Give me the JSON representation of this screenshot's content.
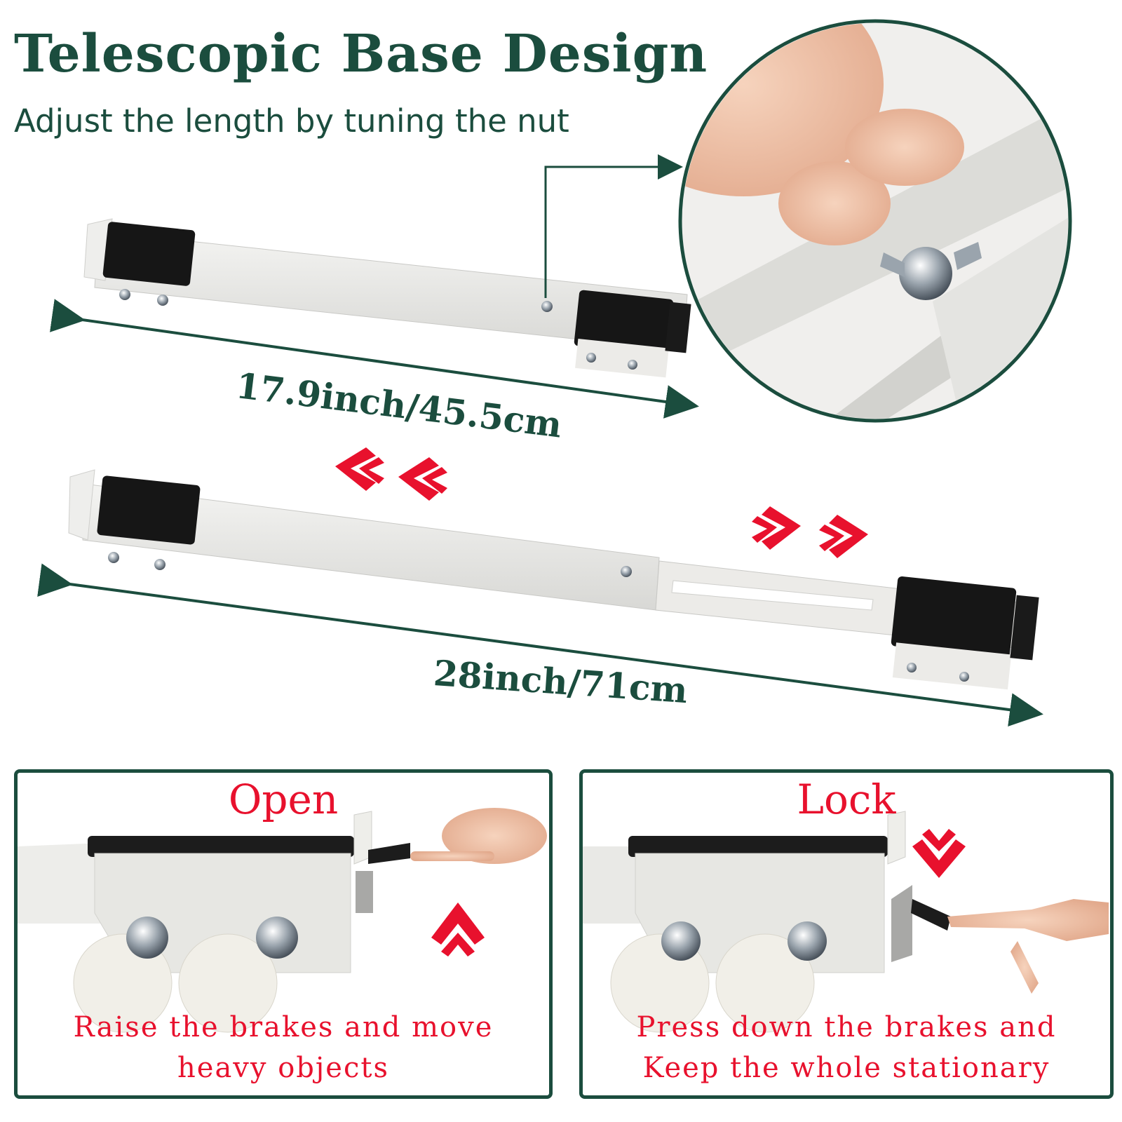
{
  "header": {
    "title": "Telescopic Base Design",
    "subtitle": "Adjust the length by tuning the nut"
  },
  "dimensions": {
    "retracted": "17.9inch/45.5cm",
    "extended": "28inch/71cm"
  },
  "panels": {
    "open": {
      "title": "Open",
      "caption": "Raise the brakes and move\nheavy objects"
    },
    "lock": {
      "title": "Lock",
      "caption": "Press down the brakes and\nKeep the whole stationary"
    }
  },
  "colors": {
    "accent_green": "#1b4d3e",
    "accent_red": "#e8112d",
    "bar_white": "#e8e8e6",
    "pad_black": "#161616"
  },
  "icons": {
    "left_arrows": "double-chevron-left-icon",
    "right_arrows": "double-chevron-right-icon",
    "up_arrow": "double-chevron-up-icon",
    "down_arrow": "double-chevron-down-icon"
  }
}
